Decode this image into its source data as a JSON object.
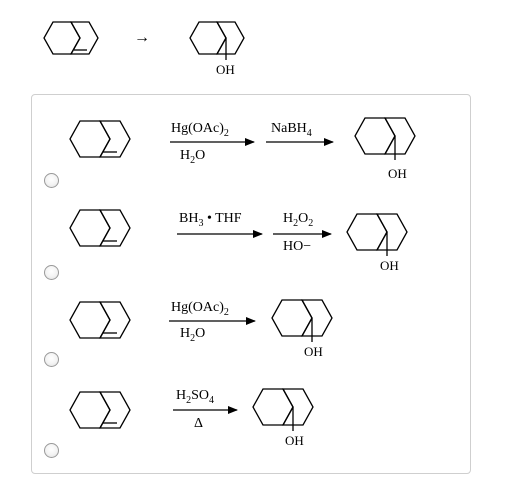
{
  "question": {
    "product_oh": "OH",
    "arrow_glyph": "→"
  },
  "options": [
    {
      "id": "A",
      "step1": {
        "reagent_top": "Hg(OAc)",
        "top_sub": "2",
        "reagent_bottom_pre": "H",
        "bottom_sub": "2",
        "reagent_bottom_post": "O"
      },
      "step2": {
        "reagent_top": "NaBH",
        "top_sub": "4"
      },
      "product_oh": "OH"
    },
    {
      "id": "B",
      "step1": {
        "reagent_top_pre": "BH",
        "top_sub": "3",
        "reagent_top_post": " • THF"
      },
      "step2": {
        "reagent_top_pre": "H",
        "top_sub1": "2",
        "reagent_top_mid": "O",
        "top_sub2": "2",
        "reagent_bottom": "HO−"
      },
      "product_oh": "OH"
    },
    {
      "id": "C",
      "step1": {
        "reagent_top": "Hg(OAc)",
        "top_sub": "2",
        "reagent_bottom_pre": "H",
        "bottom_sub": "2",
        "reagent_bottom_post": "O"
      },
      "product_oh": "OH"
    },
    {
      "id": "D",
      "step1": {
        "reagent_top_pre": "H",
        "top_sub1": "2",
        "reagent_top_mid": "SO",
        "top_sub2": "4",
        "reagent_bottom": "Δ"
      },
      "product_oh": "OH"
    }
  ]
}
